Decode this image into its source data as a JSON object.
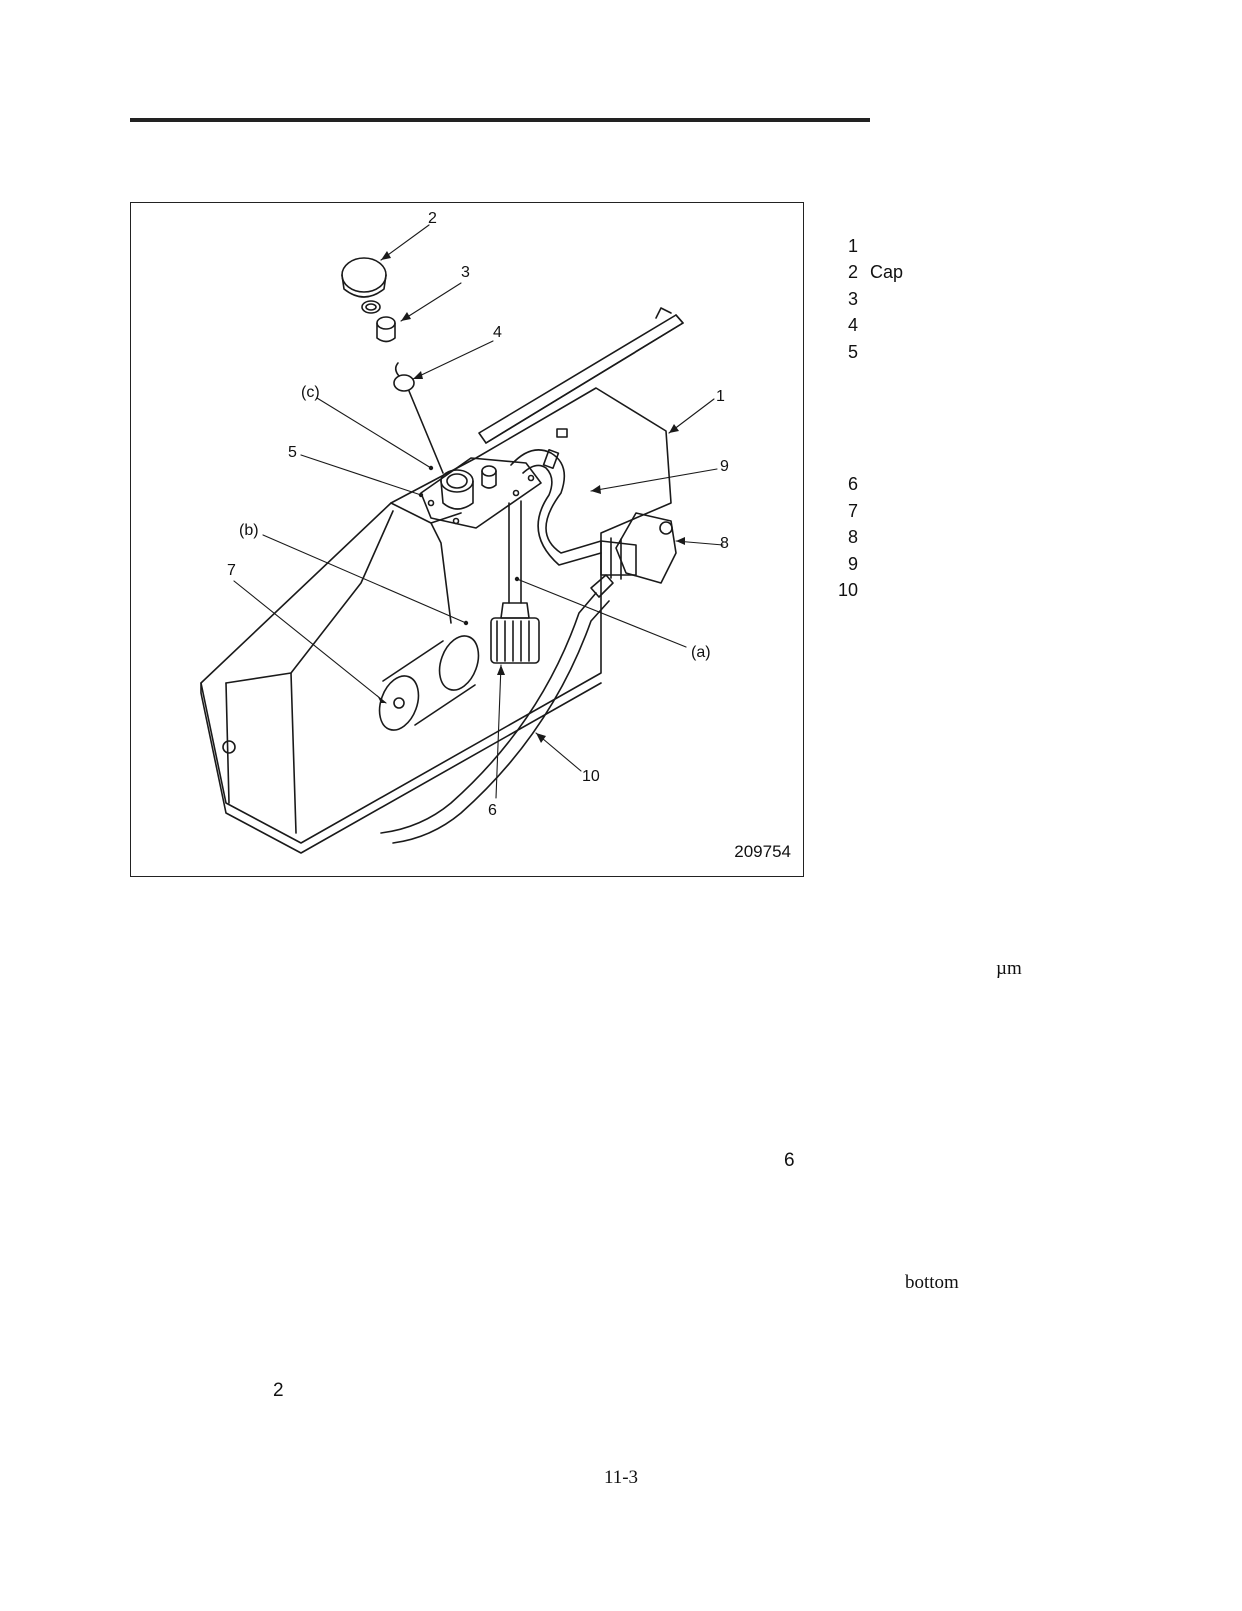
{
  "figure": {
    "id_label": "209754",
    "callouts": {
      "c1": "1",
      "c2": "2",
      "c3": "3",
      "c4": "4",
      "c5": "5",
      "c6": "6",
      "c7": "7",
      "c8": "8",
      "c9": "9",
      "c10": "10",
      "ca": "(a)",
      "cb": "(b)",
      "cc": "(c)"
    }
  },
  "legend": [
    {
      "num": "1",
      "text": ""
    },
    {
      "num": "2",
      "text": "Cap"
    },
    {
      "num": "3",
      "text": ""
    },
    {
      "num": "4",
      "text": ""
    },
    {
      "num": "5",
      "text": ""
    },
    {
      "num": "6",
      "text": ""
    },
    {
      "num": "7",
      "text": ""
    },
    {
      "num": "8",
      "text": ""
    },
    {
      "num": "9",
      "text": ""
    },
    {
      "num": "10",
      "text": ""
    }
  ],
  "body_fragments": {
    "micron": "µm",
    "six": "6",
    "bottom": "bottom",
    "two": "2"
  },
  "page_number": "11-3"
}
